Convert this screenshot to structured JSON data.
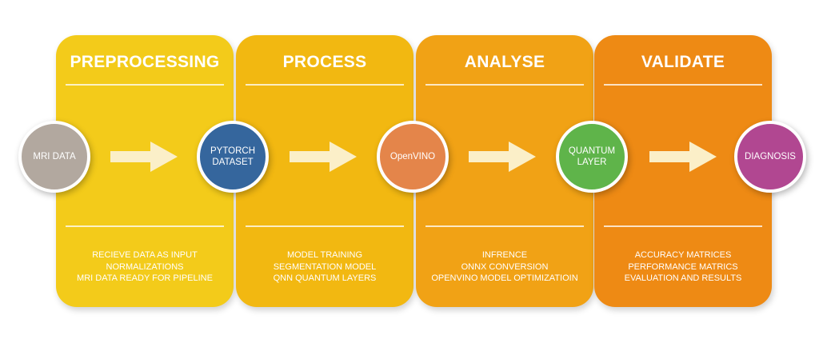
{
  "stages": [
    {
      "title": "PREPROCESSING",
      "color": "#f3cb1a",
      "lines": [
        "RECIEVE DATA AS INPUT",
        "NORMALIZATIONS",
        "MRI DATA READY FOR PIPELINE"
      ]
    },
    {
      "title": "PROCESS",
      "color": "#f2b811",
      "lines": [
        "MODEL TRAINING",
        "SEGMENTATION MODEL",
        "QNN QUANTUM LAYERS"
      ]
    },
    {
      "title": "ANALYSE",
      "color": "#f1a215",
      "lines": [
        "INFRENCE",
        "ONNX CONVERSION",
        "OPENVINO MODEL OPTIMIZATIOIN"
      ]
    },
    {
      "title": "VALIDATE",
      "color": "#ee8a14",
      "lines": [
        "ACCURACY MATRICES",
        "PERFORMANCE MATRICS",
        "EVALUATION AND RESULTS"
      ]
    }
  ],
  "nodes": [
    {
      "lines": [
        "MRI DATA"
      ],
      "color": "#b2a89f"
    },
    {
      "lines": [
        "PYTORCH",
        "DATASET"
      ],
      "color": "#35669d"
    },
    {
      "lines": [
        "OpenVINO"
      ],
      "color": "#e4854a"
    },
    {
      "lines": [
        "QUANTUM",
        "LAYER"
      ],
      "color": "#5fb44a"
    },
    {
      "lines": [
        "DIAGNOSIS"
      ],
      "color": "#b14791"
    }
  ],
  "arrow_color": "#fbefc8"
}
